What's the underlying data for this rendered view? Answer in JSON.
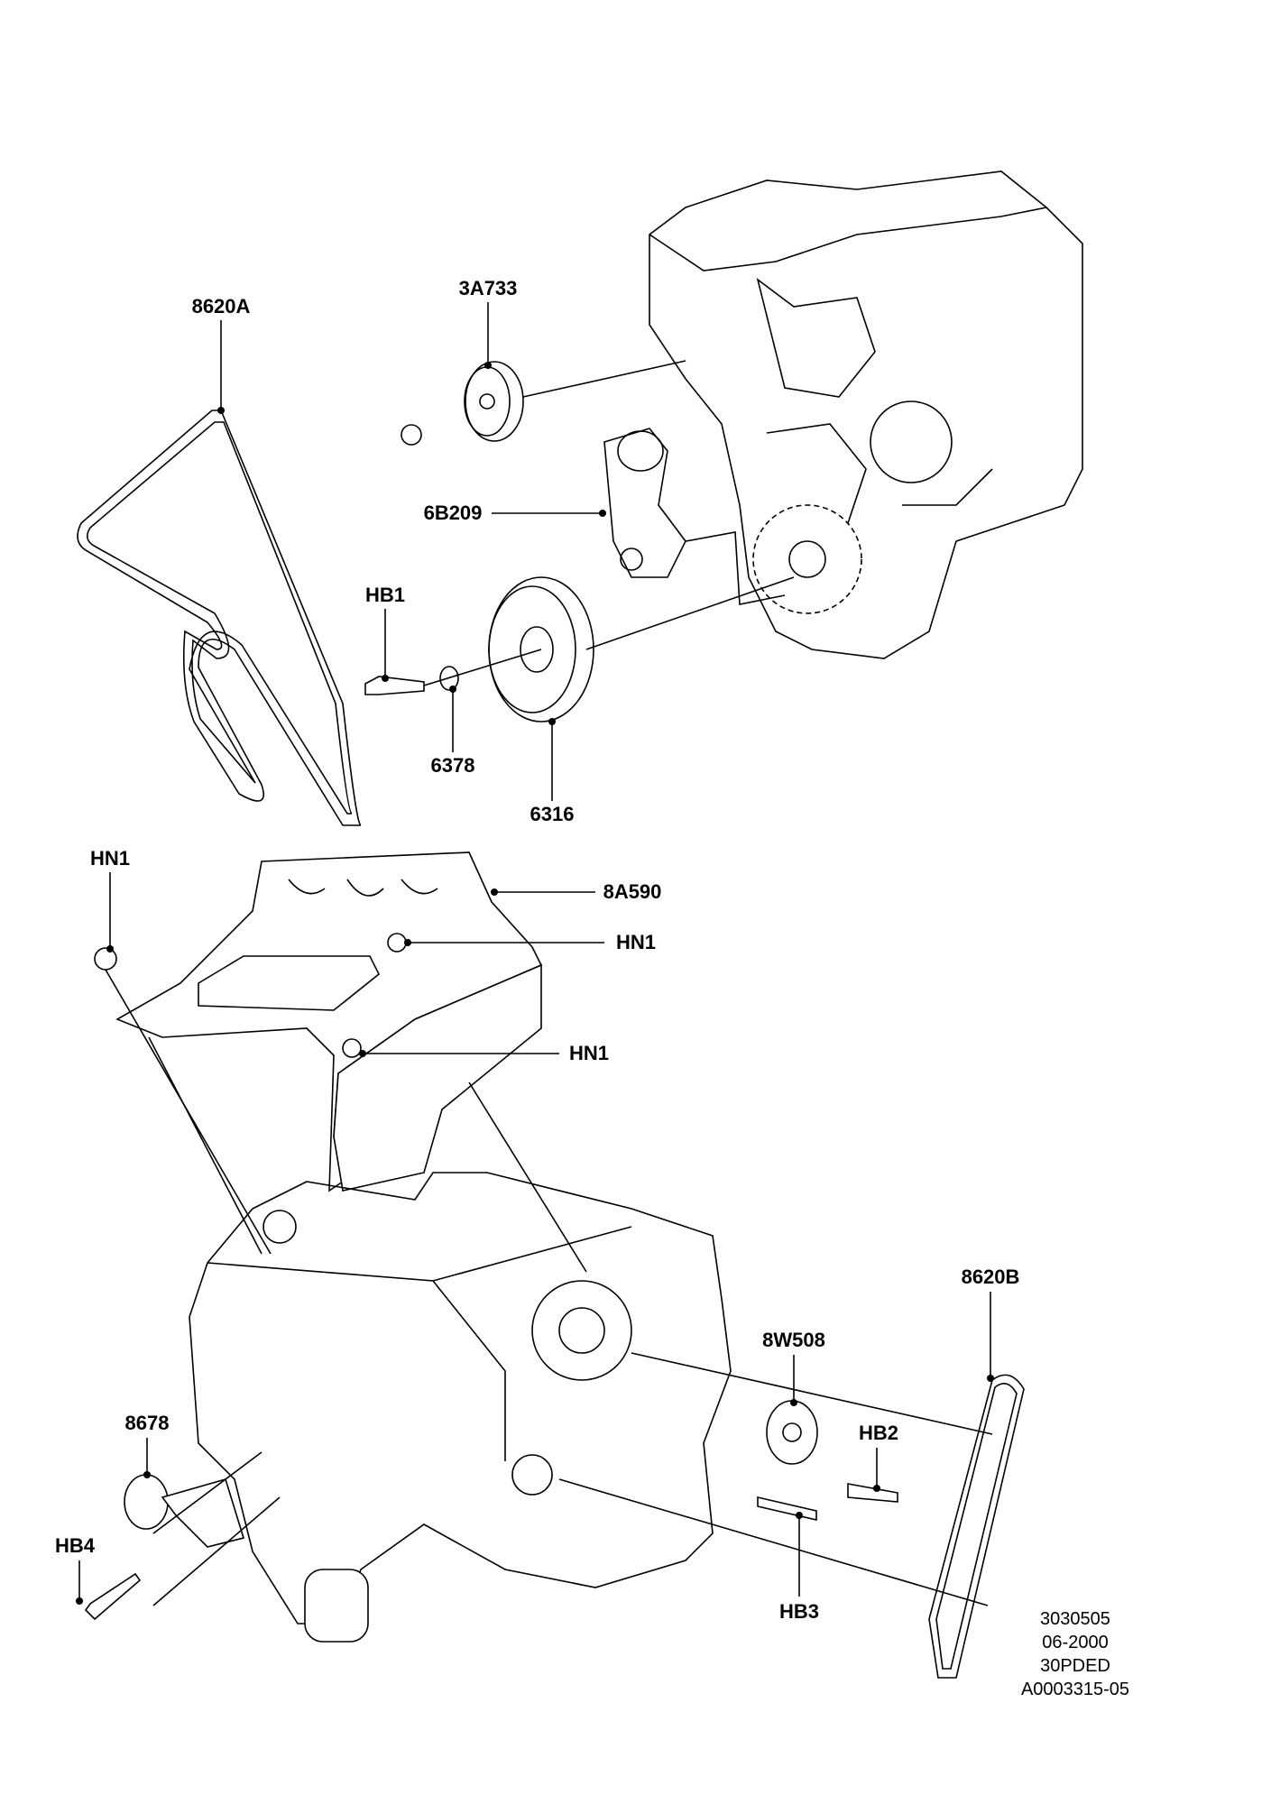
{
  "callouts": {
    "belt_a": "8620A",
    "pulley_3a733": "3A733",
    "tensioner_6b209": "6B209",
    "bolt_hb1": "HB1",
    "washer_6378": "6378",
    "damper_6316": "6316",
    "nut_hn1_left": "HN1",
    "cover_8a590": "8A590",
    "nut_hn1_right": "HN1",
    "nut_hn1_lower": "HN1",
    "belt_b": "8620B",
    "tensioner_8w508": "8W508",
    "pulley_8678": "8678",
    "bolt_hb2": "HB2",
    "bolt_hb4": "HB4",
    "bolt_hb3": "HB3"
  },
  "footer": {
    "line1": "3030505",
    "line2": "06-2000",
    "line3": "30PDED",
    "line4": "A0003315-05"
  }
}
